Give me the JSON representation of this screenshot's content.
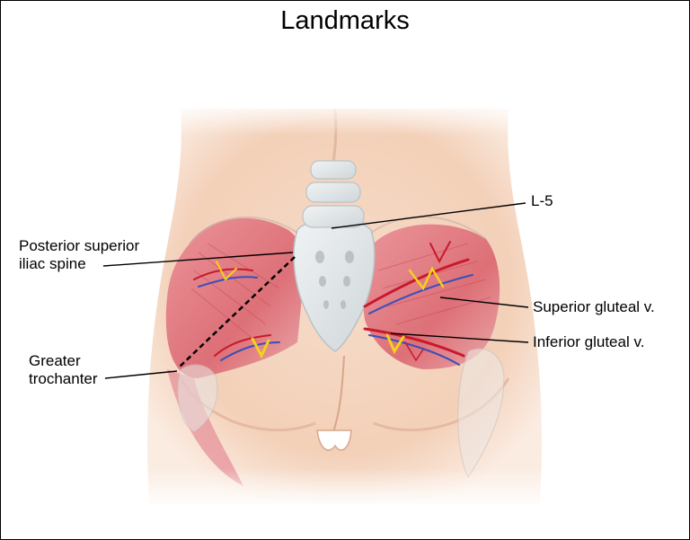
{
  "title": "Landmarks",
  "labels": {
    "l5": "L-5",
    "psis_line1": "Posterior superior",
    "psis_line2": "iliac spine",
    "greater_trochanter_line1": "Greater",
    "greater_trochanter_line2": "trochanter",
    "superior_gluteal_v": "Superior gluteal v.",
    "inferior_gluteal_v": "Inferior gluteal v."
  },
  "colors": {
    "skin": "#f3d4bf",
    "muscle": "#d9606c",
    "vessel_red": "#c8192d",
    "vessel_blue": "#3a4fb8",
    "nerve_yellow": "#f2d21b",
    "bone": "#e4e8ea"
  }
}
